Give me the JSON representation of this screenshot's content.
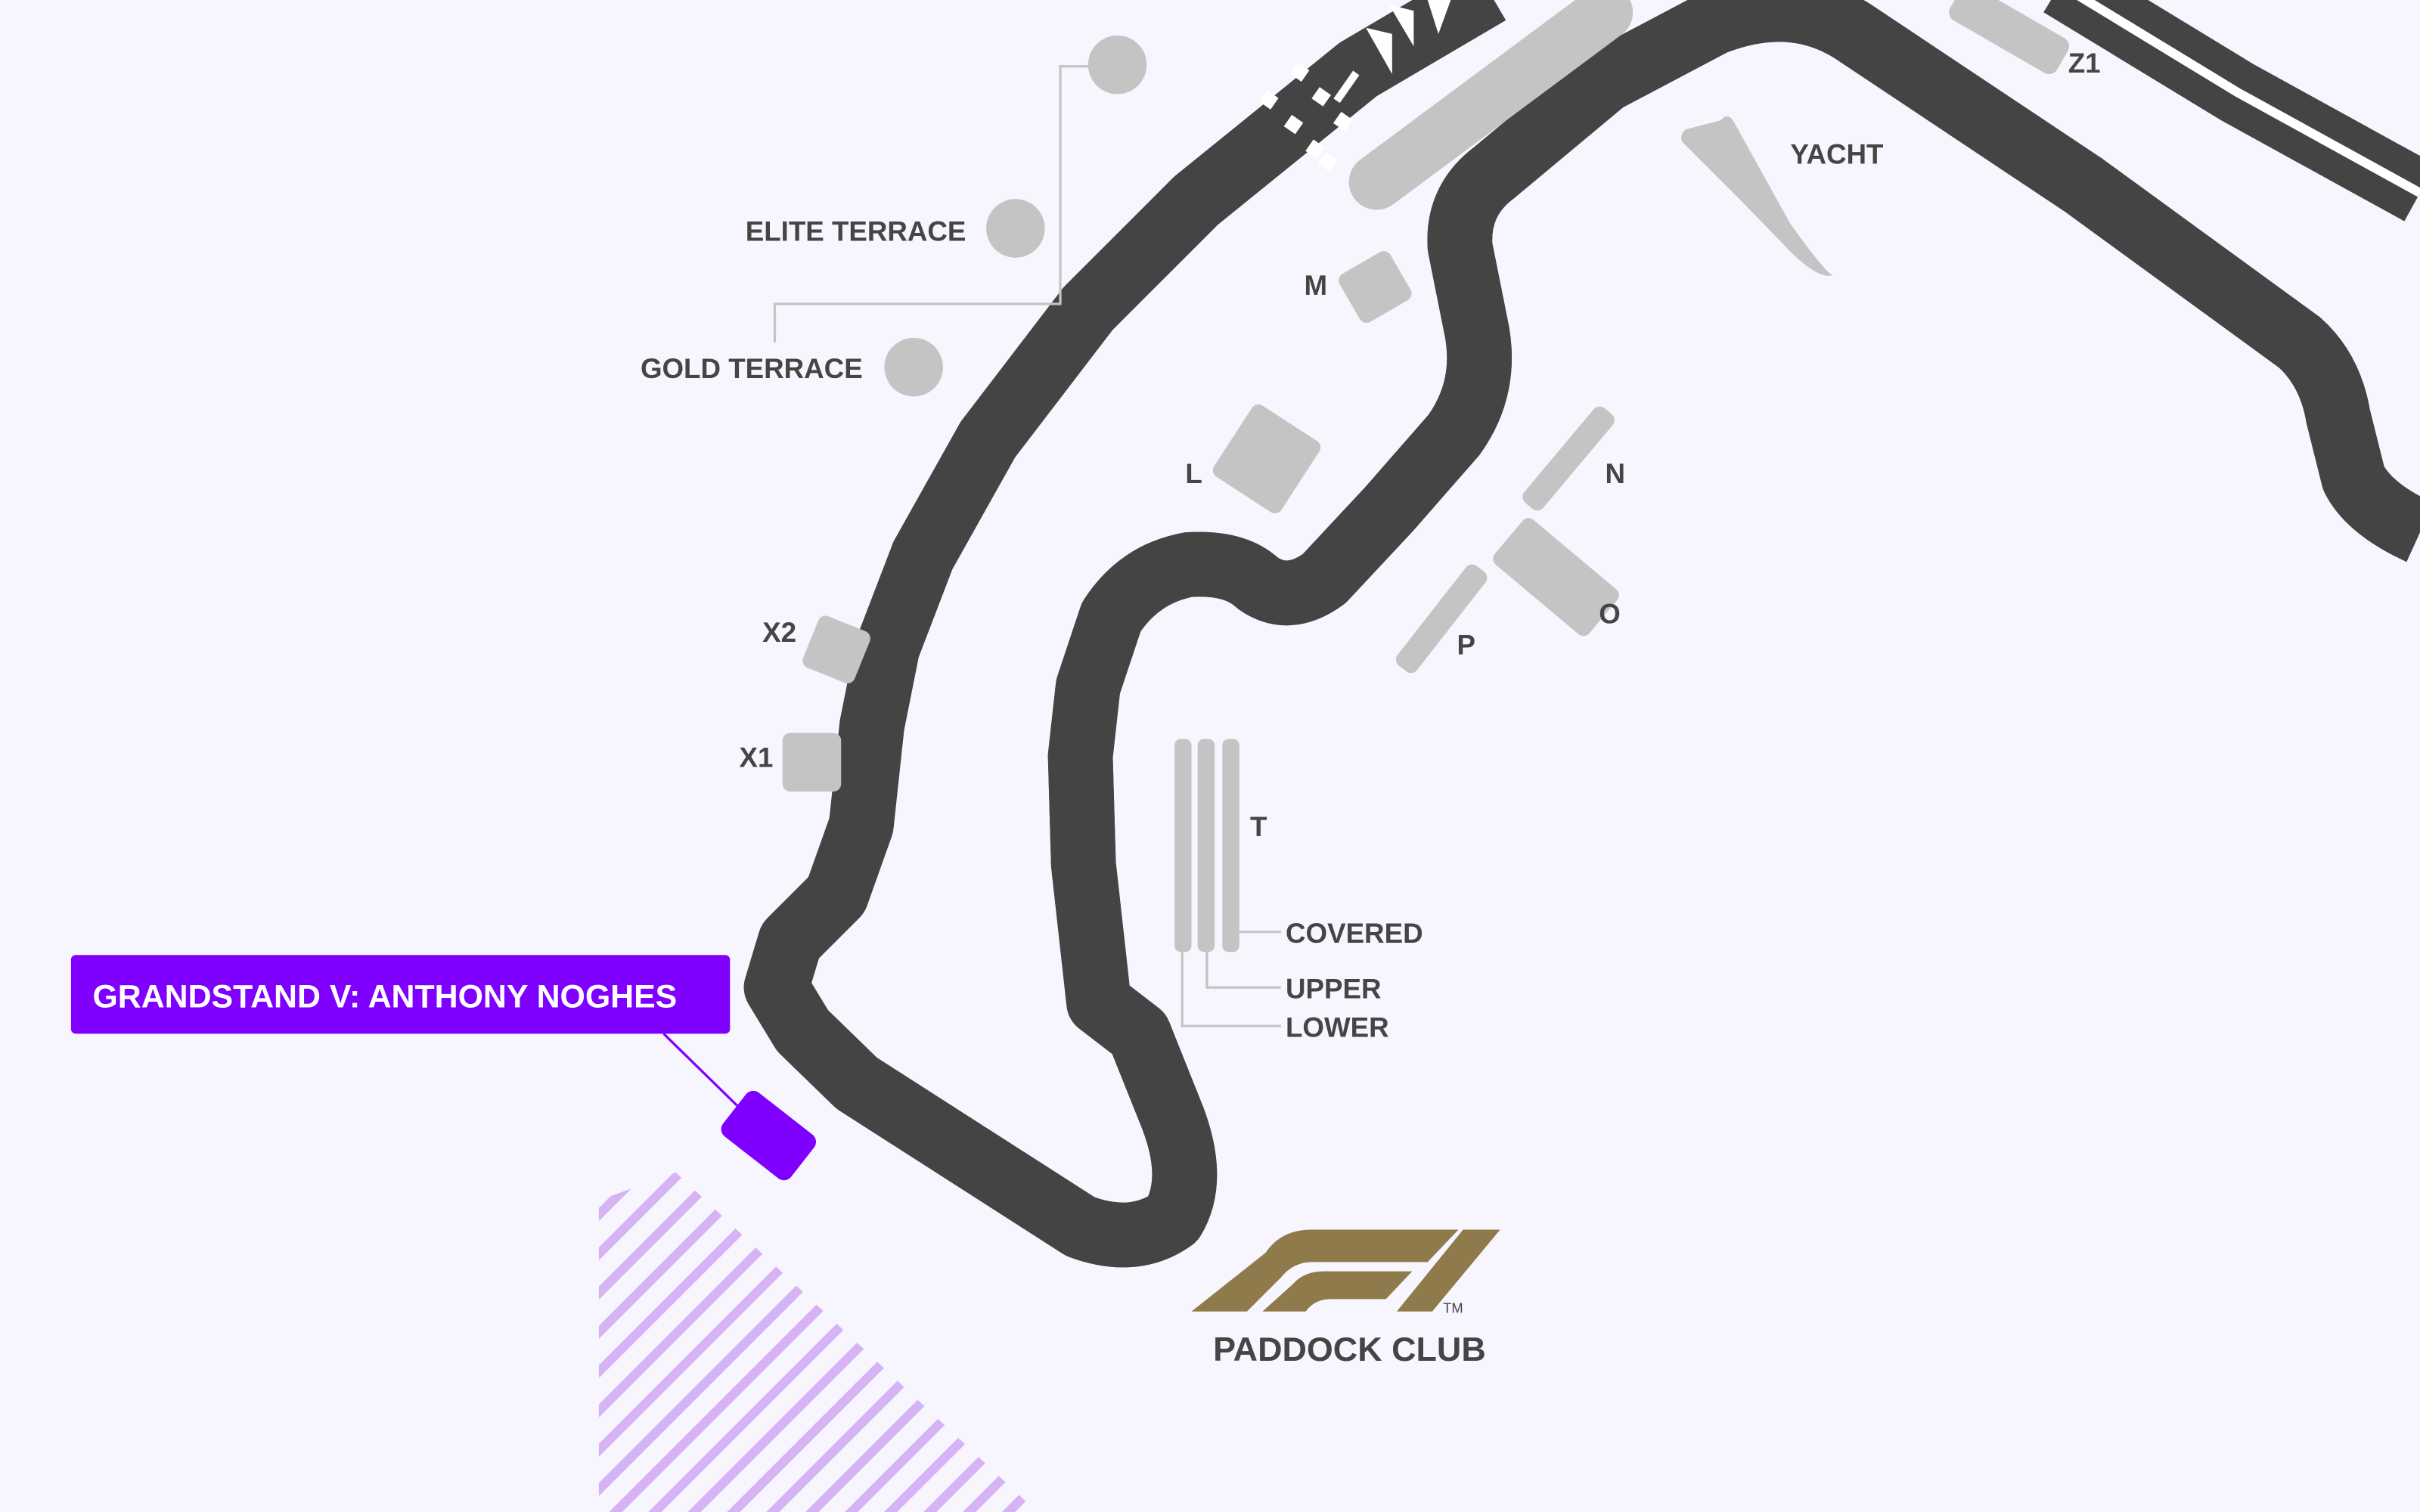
{
  "colors": {
    "background": "#f7f6fe",
    "track": "#444444",
    "track_line": "#ffffff",
    "grandstand": "#c4c4c4",
    "selected": "#7f00ff",
    "hatch": "#d6b3f5",
    "f1_logo": "#8e7a4a",
    "label": "#454545"
  },
  "selected_callout": {
    "label": "GRANDSTAND V: ANTHONY NOGHES"
  },
  "terraces": [
    {
      "label": "ELITE TERRACE"
    },
    {
      "label": "GOLD TERRACE"
    }
  ],
  "grandstands": {
    "z1": "Z1",
    "yacht": "YACHT",
    "m": "M",
    "l": "L",
    "n": "N",
    "o": "O",
    "p": "P",
    "x1": "X1",
    "x2": "X2",
    "t": "T"
  },
  "t_levels": [
    "COVERED",
    "UPPER",
    "LOWER"
  ],
  "paddock": {
    "logo_text": "F1",
    "trademark": "TM",
    "label": "PADDOCK CLUB"
  },
  "icons": [
    "checkered-flag-icon",
    "direction-chevron-icon"
  ]
}
